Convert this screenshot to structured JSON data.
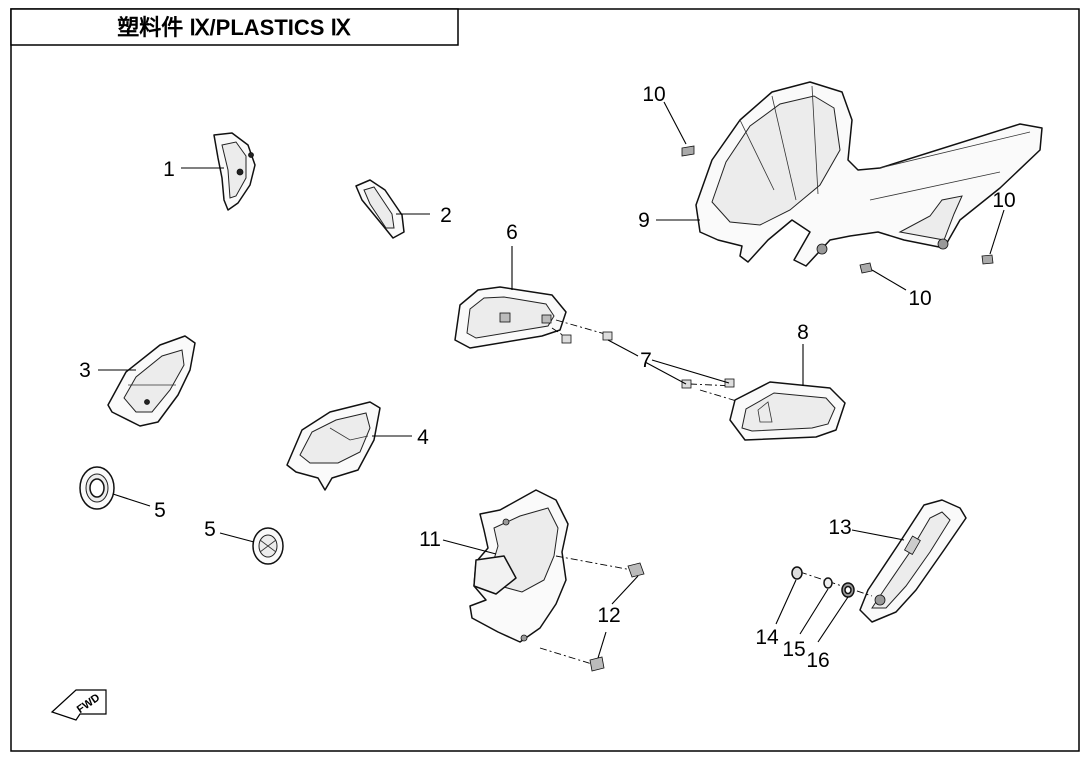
{
  "title": "塑料件 Ⅸ/PLASTICS Ⅸ",
  "fwd_label": "FWD",
  "callouts": {
    "c1": "1",
    "c2": "2",
    "c3": "3",
    "c4": "4",
    "c5a": "5",
    "c5b": "5",
    "c6": "6",
    "c7": "7",
    "c8": "8",
    "c9": "9",
    "c10a": "10",
    "c10b": "10",
    "c10c": "10",
    "c11": "11",
    "c12": "12",
    "c13": "13",
    "c14": "14",
    "c15": "15",
    "c16": "16"
  }
}
